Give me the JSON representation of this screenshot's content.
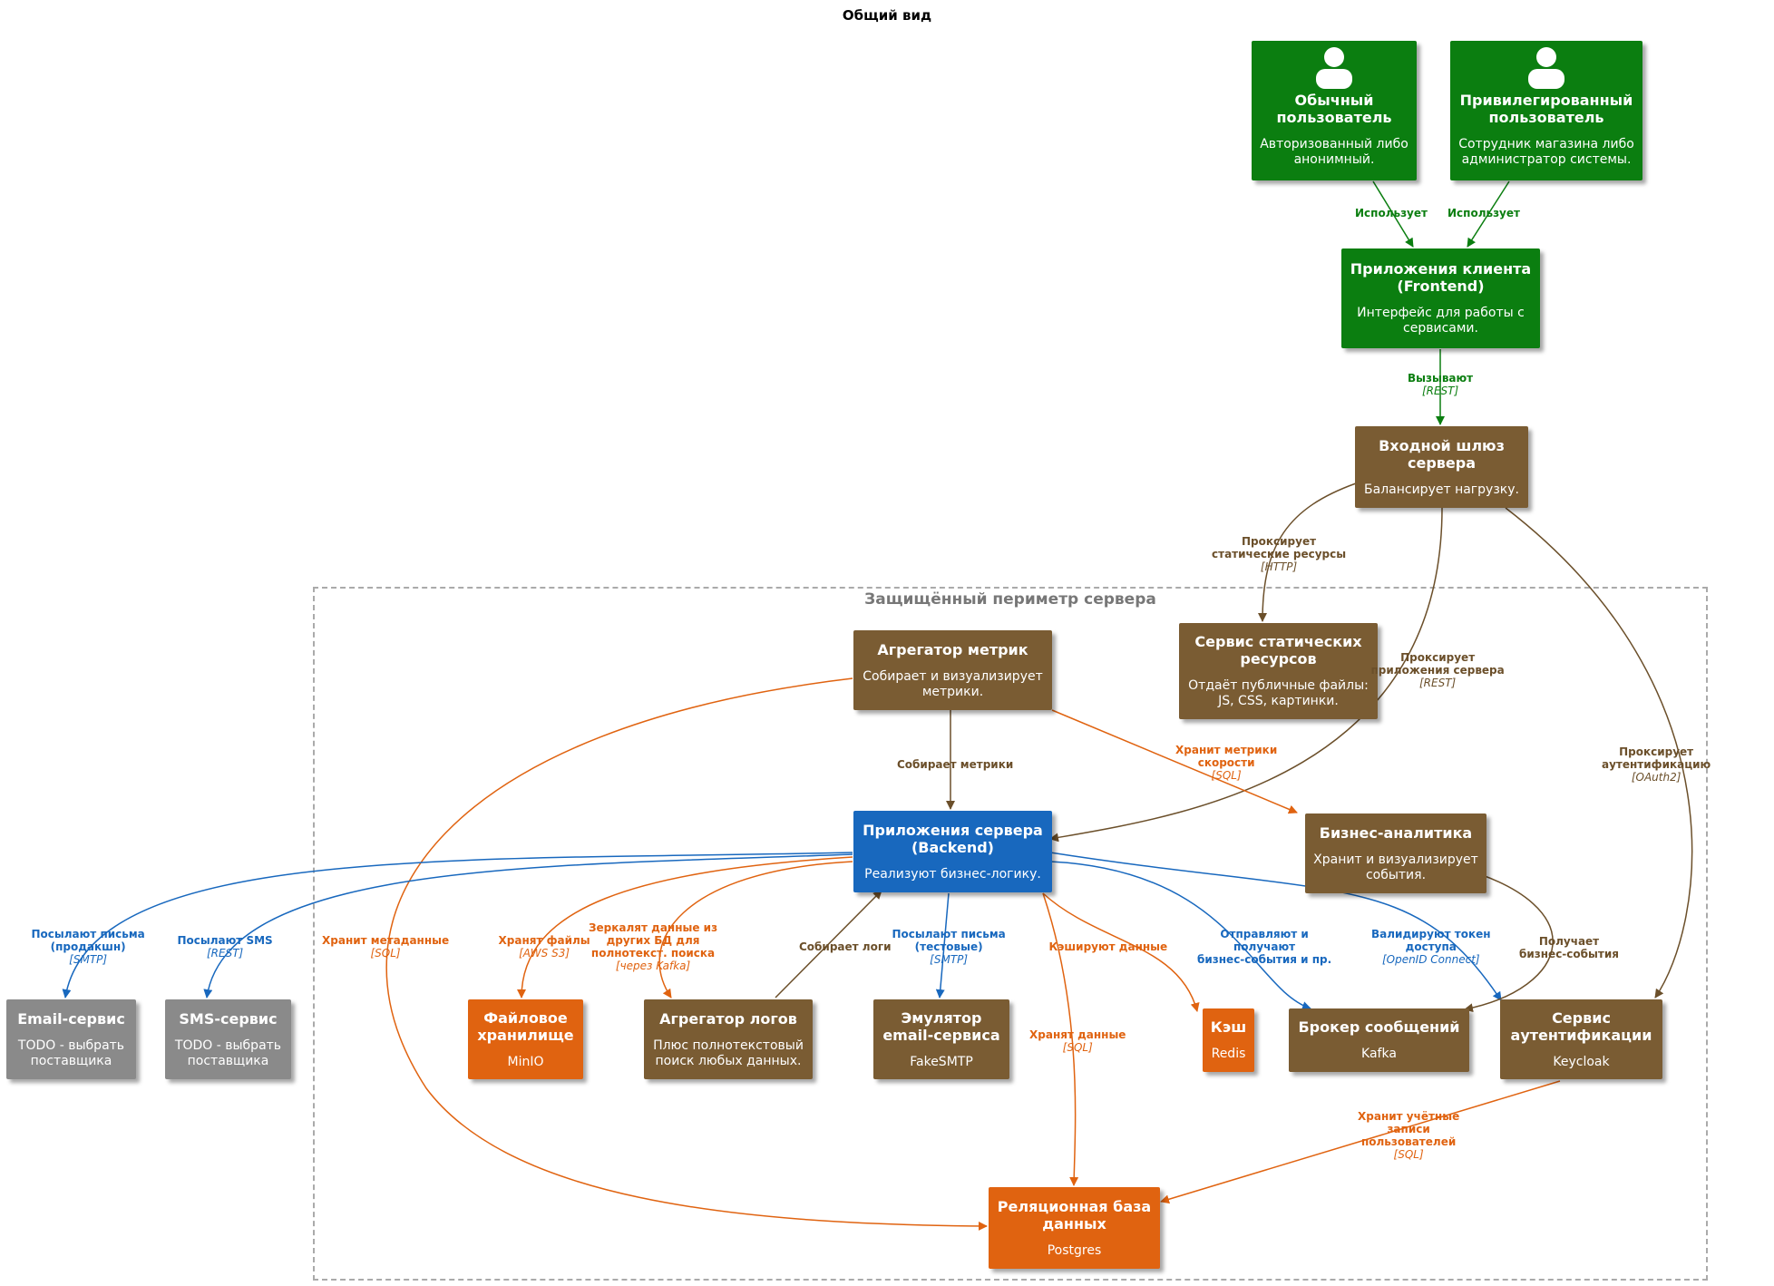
{
  "title": "Общий вид",
  "boundary": {
    "label": "Защищённый периметр сервера"
  },
  "colors": {
    "green": "#0b7e10",
    "brown": "#7a5c33",
    "blue": "#1868be",
    "orange": "#e06310",
    "grey": "#8a8a8a"
  },
  "nodes": {
    "regular_user": {
      "title": "Обычный\nпользователь",
      "desc": "Авторизованный либо\nанонимный.",
      "icon": "person-icon"
    },
    "privileged_user": {
      "title": "Привилегированный\nпользователь",
      "desc": "Сотрудник магазина либо\nадминистратор системы.",
      "icon": "person-icon"
    },
    "frontend": {
      "title": "Приложения клиента\n(Frontend)",
      "desc": "Интерфейс для работы с\nсервисами."
    },
    "gateway": {
      "title": "Входной шлюз\nсервера",
      "desc": "Балансирует нагрузку."
    },
    "static": {
      "title": "Сервис статических\nресурсов",
      "desc": "Отдаёт публичные файлы:\nJS, CSS, картинки."
    },
    "metrics": {
      "title": "Агрегатор метрик",
      "desc": "Собирает и визуализирует\nметрики."
    },
    "backend": {
      "title": "Приложения сервера\n(Backend)",
      "desc": "Реализуют бизнес-логику."
    },
    "bi": {
      "title": "Бизнес-аналитика",
      "desc": "Хранит и визуализирует\nсобытия."
    },
    "email": {
      "title": "Email-сервис",
      "desc": "TODO - выбрать\nпоставщика"
    },
    "sms": {
      "title": "SMS-сервис",
      "desc": "TODO - выбрать\nпоставщика"
    },
    "files": {
      "title": "Файловое\nхранилище",
      "desc": "MinIO"
    },
    "logs": {
      "title": "Агрегатор логов",
      "desc": "Плюс полнотекстовый\nпоиск любых данных."
    },
    "email_emu": {
      "title": "Эмулятор\nemail-сервиса",
      "desc": "FakeSMTP"
    },
    "cache": {
      "title": "Кэш",
      "desc": "Redis"
    },
    "broker": {
      "title": "Брокер сообщений",
      "desc": "Kafka"
    },
    "auth": {
      "title": "Сервис\nаутентификации",
      "desc": "Keycloak"
    },
    "db": {
      "title": "Реляционная база\nданных",
      "desc": "Postgres"
    }
  },
  "edges": [
    {
      "label": "Использует",
      "tech": ""
    },
    {
      "label": "Использует",
      "tech": ""
    },
    {
      "label": "Вызывают",
      "tech": "[REST]"
    },
    {
      "label": "Проксирует\nстатические ресурсы",
      "tech": "[HTTP]"
    },
    {
      "label": "Проксирует\nприложения сервера",
      "tech": "[REST]"
    },
    {
      "label": "Проксирует\nаутентификацию",
      "tech": "[OAuth2]"
    },
    {
      "label": "Собирает метрики",
      "tech": ""
    },
    {
      "label": "Хранит метрики\nскорости",
      "tech": "[SQL]"
    },
    {
      "label": "Хранит метаданные",
      "tech": "[SQL]"
    },
    {
      "label": "Посылают письма\n(продакшн)",
      "tech": "[SMTP]"
    },
    {
      "label": "Посылают SMS",
      "tech": "[REST]"
    },
    {
      "label": "Хранят файлы",
      "tech": "[AWS S3]"
    },
    {
      "label": "Зеркалят данные из\nдругих БД для\nполнотекст. поиска",
      "tech": "[через Kafka]"
    },
    {
      "label": "Собирает логи",
      "tech": ""
    },
    {
      "label": "Посылают письма\n(тестовые)",
      "tech": "[SMTP]"
    },
    {
      "label": "Кэшируют данные",
      "tech": ""
    },
    {
      "label": "Хранят данные",
      "tech": "[SQL]"
    },
    {
      "label": "Отправляют и\nполучают\nбизнес-события и пр.",
      "tech": ""
    },
    {
      "label": "Валидируют токен\nдоступа",
      "tech": "[OpenID Connect]"
    },
    {
      "label": "Получает\nбизнес-события",
      "tech": ""
    },
    {
      "label": "Хранит учётные\nзаписи\nпользователей",
      "tech": "[SQL]"
    }
  ]
}
